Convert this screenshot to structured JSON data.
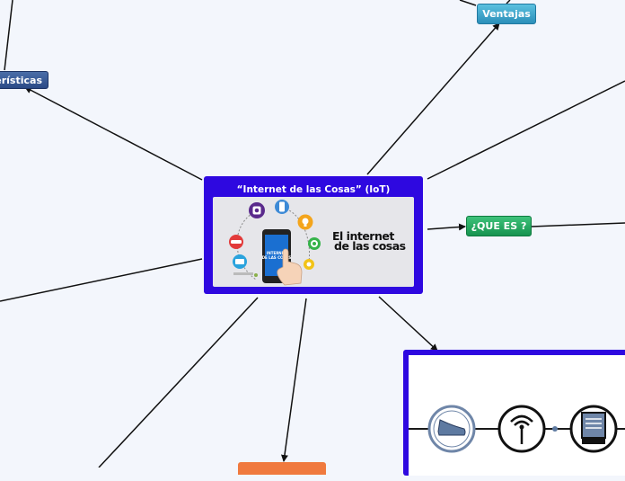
{
  "central": {
    "title": "“Internet de las Cosas” (IoT)",
    "image_text_line1": "El internet",
    "image_text_line2": "de las cosas",
    "phone_screen_text": "INTERNET DE LAS COSAS"
  },
  "nodes": {
    "caracteristicas": "erísticas",
    "ventajas": "Ventajas",
    "que_es": "¿QUE ES ?",
    "bottom": ""
  },
  "colors": {
    "central_border": "#2e08e0",
    "caracteristicas": "#2b4a86",
    "ventajas": "#2b8fb9",
    "que_es": "#16934f",
    "bottom": "#f07a3e"
  },
  "icons": [
    "camera-icon",
    "phone-icon",
    "bulb-icon",
    "target-icon",
    "car-icon",
    "basket-icon",
    "hand-pointer-icon",
    "shoe-icon",
    "wifi-icon",
    "document-icon"
  ]
}
